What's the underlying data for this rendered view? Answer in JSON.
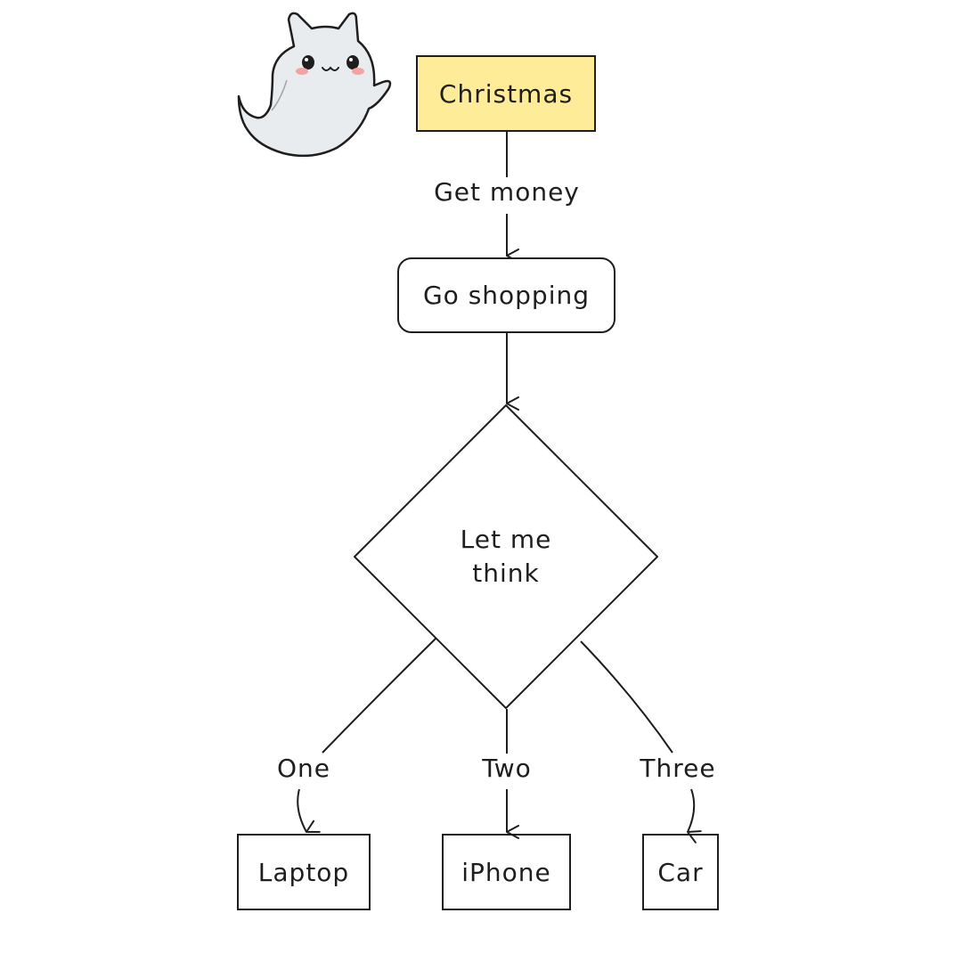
{
  "nodes": {
    "start": "Christmas",
    "action": "Go shopping",
    "decision_line1": "Let me",
    "decision_line2": "think",
    "option1": "Laptop",
    "option2": "iPhone",
    "option3": "Car"
  },
  "edges": {
    "start_to_action": "Get money",
    "branch1": "One",
    "branch2": "Two",
    "branch3": "Three"
  },
  "colors": {
    "stroke": "#1e1e1e",
    "start_fill": "#ffec99",
    "ghost_fill": "#e9ecef",
    "ghost_blush": "#f4a3a3"
  },
  "icons": {
    "mascot": "ghost-cat-icon"
  }
}
